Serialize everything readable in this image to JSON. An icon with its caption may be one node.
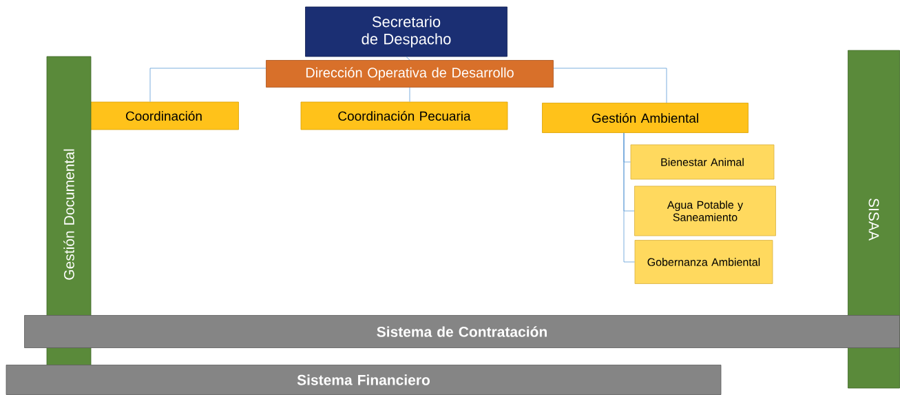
{
  "diagram": {
    "nodes": [
      {
        "text": [
          "Secretario de Despacho"
        ]
      },
      {
        "text": [
          "Dirección Operativa de Desarrollo"
        ]
      },
      {
        "text": [
          "Coordinación"
        ]
      },
      {
        "text": [
          "Coordinación Pecuaria"
        ]
      },
      {
        "text": [
          "Gestión Ambiental"
        ]
      },
      {
        "text": [
          "Bienestar Animal"
        ]
      },
      {
        "text": [
          "Agua Potable y Saneamiento"
        ]
      },
      {
        "text": [
          "Gobernanza Ambiental"
        ]
      },
      {
        "text": [
          "Gestión Documental"
        ]
      },
      {
        "text": [
          "SISAA"
        ]
      },
      {
        "text": [
          "Sistema de Contratación"
        ]
      },
      {
        "text": [
          "Sistema Financiero"
        ]
      }
    ],
    "edges": [
      {
        "from": 0,
        "to": 1,
        "arrow": "none"
      },
      {
        "from": 1,
        "to": 2,
        "arrow": "none"
      },
      {
        "from": 1,
        "to": 3,
        "arrow": "none"
      },
      {
        "from": 1,
        "to": 4,
        "arrow": "none"
      },
      {
        "from": 4,
        "to": 5,
        "arrow": "none"
      },
      {
        "from": 4,
        "to": 6,
        "arrow": "none"
      },
      {
        "from": 4,
        "to": 7,
        "arrow": "none"
      }
    ]
  }
}
